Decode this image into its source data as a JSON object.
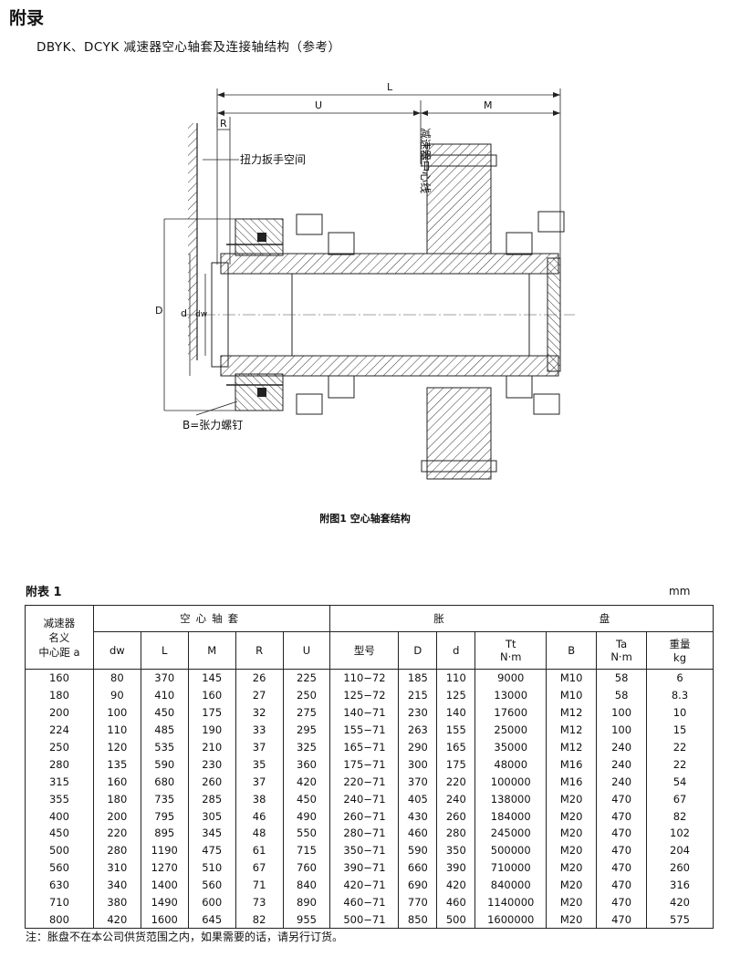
{
  "page": {
    "appendix_title": "附录",
    "subtitle": "DBYK、DCYK 减速器空心轴套及连接轴结构（参考）"
  },
  "figure": {
    "caption": "附图1    空心轴套结构",
    "labels": {
      "L": "L",
      "U": "U",
      "M": "M",
      "R": "R",
      "wrench_space": "扭力扳手空间",
      "reducer_centerline": "减速器中心线",
      "D": "D",
      "d": "d",
      "dw": "dw",
      "bolt": "B=张力螺钉"
    }
  },
  "table": {
    "title": "附表 1",
    "unit": "mm",
    "header": {
      "center_distance": [
        "减速器",
        "名义",
        "中心距 a"
      ],
      "hollow_sleeve_group": "空心轴套",
      "expansion_group_left": "胀",
      "expansion_group_right": "盘",
      "cols": [
        "dw",
        "L",
        "M",
        "R",
        "U",
        "型号",
        "D",
        "d",
        "Tt",
        "B",
        "Ta",
        "重量"
      ],
      "tt_unit": "N·m",
      "ta_unit": "N·m",
      "weight_unit": "kg"
    },
    "rows": [
      [
        "160",
        "80",
        "370",
        "145",
        "26",
        "225",
        "110−72",
        "185",
        "110",
        "9000",
        "M10",
        "58",
        "6"
      ],
      [
        "180",
        "90",
        "410",
        "160",
        "27",
        "250",
        "125−72",
        "215",
        "125",
        "13000",
        "M10",
        "58",
        "8.3"
      ],
      [
        "200",
        "100",
        "450",
        "175",
        "32",
        "275",
        "140−71",
        "230",
        "140",
        "17600",
        "M12",
        "100",
        "10"
      ],
      [
        "224",
        "110",
        "485",
        "190",
        "33",
        "295",
        "155−71",
        "263",
        "155",
        "25000",
        "M12",
        "100",
        "15"
      ],
      [
        "250",
        "120",
        "535",
        "210",
        "37",
        "325",
        "165−71",
        "290",
        "165",
        "35000",
        "M12",
        "240",
        "22"
      ],
      [
        "280",
        "135",
        "590",
        "230",
        "35",
        "360",
        "175−71",
        "300",
        "175",
        "48000",
        "M16",
        "240",
        "22"
      ],
      [
        "315",
        "160",
        "680",
        "260",
        "37",
        "420",
        "220−71",
        "370",
        "220",
        "100000",
        "M16",
        "240",
        "54"
      ],
      [
        "355",
        "180",
        "735",
        "285",
        "38",
        "450",
        "240−71",
        "405",
        "240",
        "138000",
        "M20",
        "470",
        "67"
      ],
      [
        "400",
        "200",
        "795",
        "305",
        "46",
        "490",
        "260−71",
        "430",
        "260",
        "184000",
        "M20",
        "470",
        "82"
      ],
      [
        "450",
        "220",
        "895",
        "345",
        "48",
        "550",
        "280−71",
        "460",
        "280",
        "245000",
        "M20",
        "470",
        "102"
      ],
      [
        "500",
        "280",
        "1190",
        "475",
        "61",
        "715",
        "350−71",
        "590",
        "350",
        "500000",
        "M20",
        "470",
        "204"
      ],
      [
        "560",
        "310",
        "1270",
        "510",
        "67",
        "760",
        "390−71",
        "660",
        "390",
        "710000",
        "M20",
        "470",
        "260"
      ],
      [
        "630",
        "340",
        "1400",
        "560",
        "71",
        "840",
        "420−71",
        "690",
        "420",
        "840000",
        "M20",
        "470",
        "316"
      ],
      [
        "710",
        "380",
        "1490",
        "600",
        "73",
        "890",
        "460−71",
        "770",
        "460",
        "1140000",
        "M20",
        "470",
        "420"
      ],
      [
        "800",
        "420",
        "1600",
        "645",
        "82",
        "955",
        "500−71",
        "850",
        "500",
        "1600000",
        "M20",
        "470",
        "575"
      ]
    ],
    "note": "注：胀盘不在本公司供货范围之内，如果需要的话，请另行订货。"
  }
}
